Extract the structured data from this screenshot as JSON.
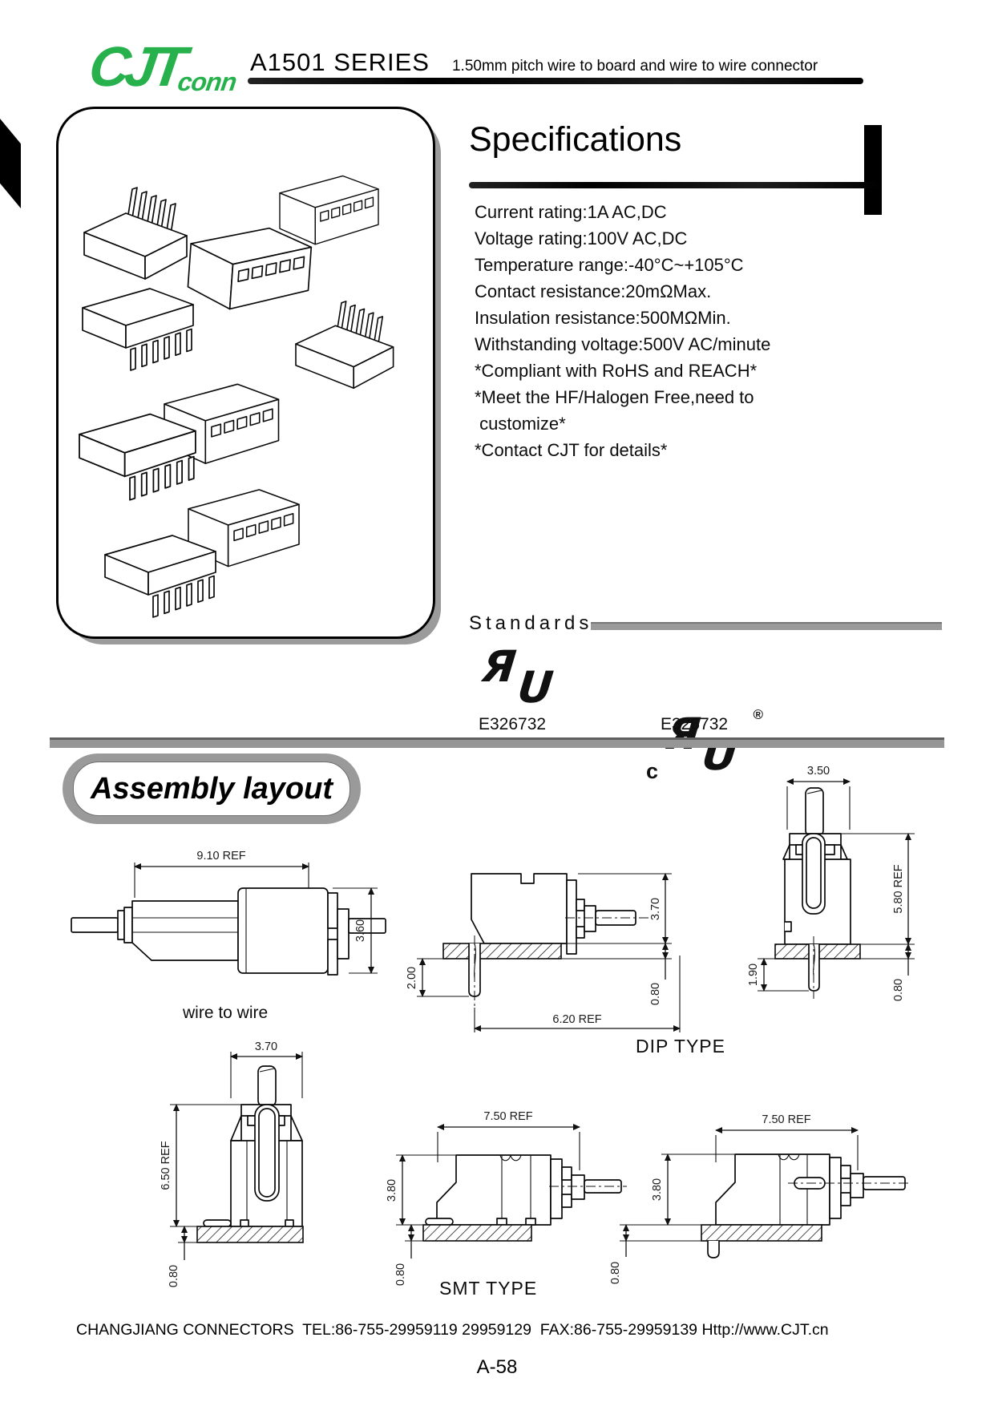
{
  "header": {
    "logo_text": "CJT",
    "logo_sub": "conn",
    "series_title": "A1501 SERIES",
    "series_subtitle": "1.50mm pitch wire to board and wire to wire connector"
  },
  "specifications": {
    "title": "Specifications",
    "lines": [
      "Current rating:1A AC,DC",
      "Voltage rating:100V AC,DC",
      "Temperature range:-40°C~+105°C",
      "Contact resistance:20mΩMax.",
      "Insulation resistance:500MΩMin.",
      "Withstanding voltage:500V AC/minute",
      "*Compliant with RoHS and REACH*",
      "*Meet the HF/Halogen Free,need to",
      " customize*",
      "*Contact CJT for details*"
    ]
  },
  "standards": {
    "title": "Standards",
    "ul1": {
      "glyph_r": "Я",
      "glyph_u": "U",
      "code": "E326732"
    },
    "ul2": {
      "prefix": "c",
      "glyph_r": "Я",
      "glyph_u": "U",
      "registered": "®",
      "code": "E326732"
    }
  },
  "assembly": {
    "banner": "Assembly layout",
    "wire_to_wire": {
      "label": "wire to wire",
      "dims": {
        "width": "9.10 REF",
        "height": "3.60"
      }
    },
    "dip_side": {
      "dims": {
        "height": "3.70",
        "pin_below": "2.00",
        "board": "0.80",
        "span": "6.20 REF"
      }
    },
    "dip_vertical": {
      "dims": {
        "width": "3.50",
        "height": "5.80 REF",
        "pin_below": "1.90",
        "board": "0.80"
      }
    },
    "dip_label": "DIP TYPE",
    "smt_vertical": {
      "dims": {
        "width": "3.70",
        "height": "6.50 REF",
        "board": "0.80"
      }
    },
    "smt_side_1": {
      "dims": {
        "width": "7.50 REF",
        "height": "3.80",
        "board": "0.80"
      }
    },
    "smt_side_2": {
      "dims": {
        "width": "7.50 REF",
        "height": "3.80",
        "board": "0.80"
      }
    },
    "smt_label": "SMT TYPE"
  },
  "footer": {
    "company_line": "CHANGJIANG CONNECTORS  TEL:86-755-29959119 29959129  FAX:86-755-29959139 Http://www.CJT.cn",
    "page_number": "A-58"
  },
  "colors": {
    "logo_green": "#26b14c",
    "rule_dark": "#111111",
    "bar_gray": "#9a9a9a"
  }
}
